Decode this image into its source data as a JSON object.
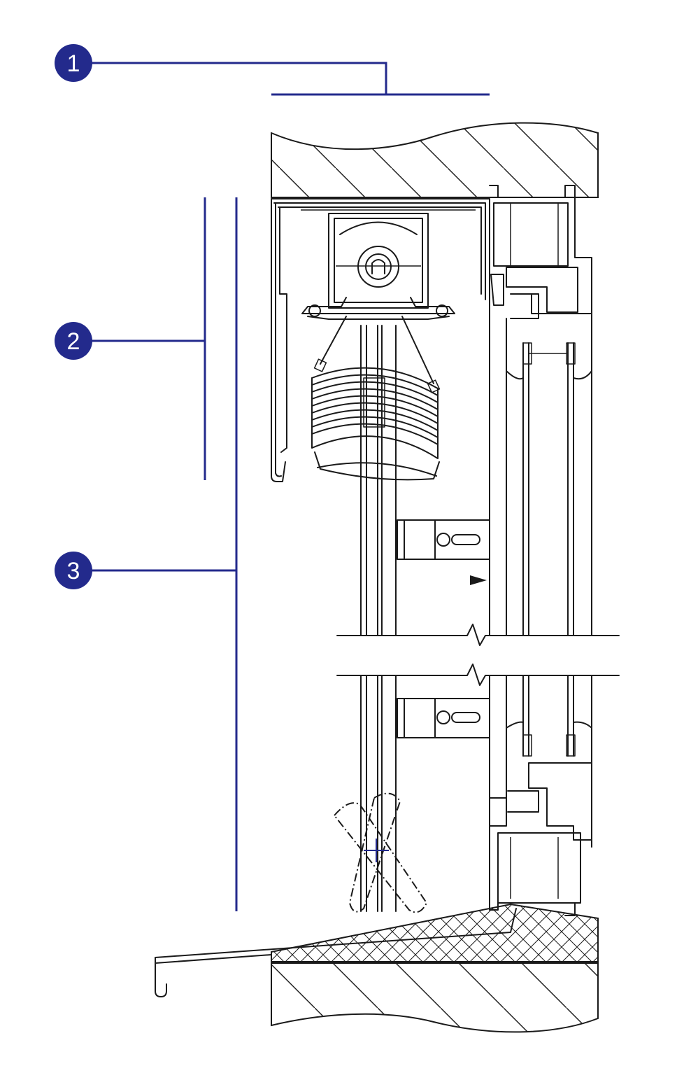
{
  "callouts": [
    {
      "id": "1",
      "label": "1"
    },
    {
      "id": "2",
      "label": "2"
    },
    {
      "id": "3",
      "label": "3"
    }
  ],
  "colors": {
    "accent": "#232a8c",
    "line": "#1a1a1a",
    "background": "#ffffff"
  }
}
